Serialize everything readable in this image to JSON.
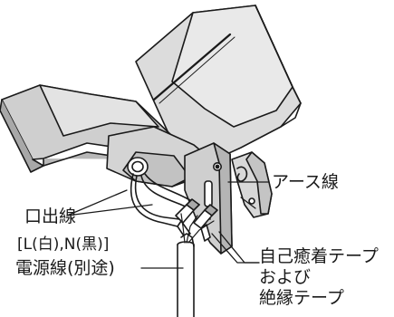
{
  "labels": {
    "earth_wire": "アース線",
    "lead_wire": "口出線",
    "lead_wire_colors": "[L(白),N(黒)]",
    "power_cable": "電源線(別途)",
    "tape_line1": "自己癒着テープ",
    "tape_line2": "および",
    "tape_line3": "絶縁テープ"
  },
  "colors": {
    "line": "#1a1a1a",
    "shade_light": "#e6e6e6",
    "shade_mid": "#cfcfcf",
    "shade_dark": "#a8a8a8",
    "background": "#ffffff"
  }
}
